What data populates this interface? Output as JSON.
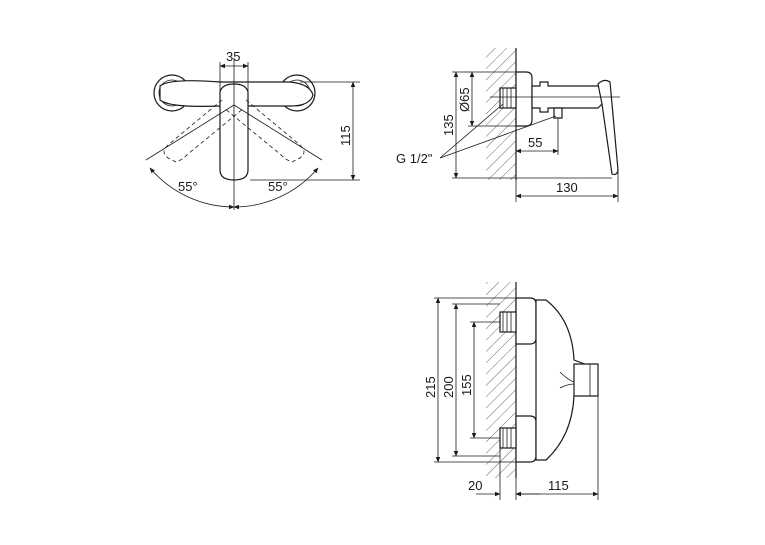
{
  "views": {
    "top": {
      "dim_width": "35",
      "dim_height": "115",
      "angle_left": "55°",
      "angle_right": "55°"
    },
    "side": {
      "dim_diameter": "Ø65",
      "dim_height": "135",
      "dim_depth_short": "55",
      "dim_depth": "130",
      "thread_label": "G 1/2\""
    },
    "front": {
      "dim_total": "215",
      "dim_outer": "200",
      "dim_inner": "155",
      "dim_wall": "20",
      "dim_projection": "115"
    }
  }
}
